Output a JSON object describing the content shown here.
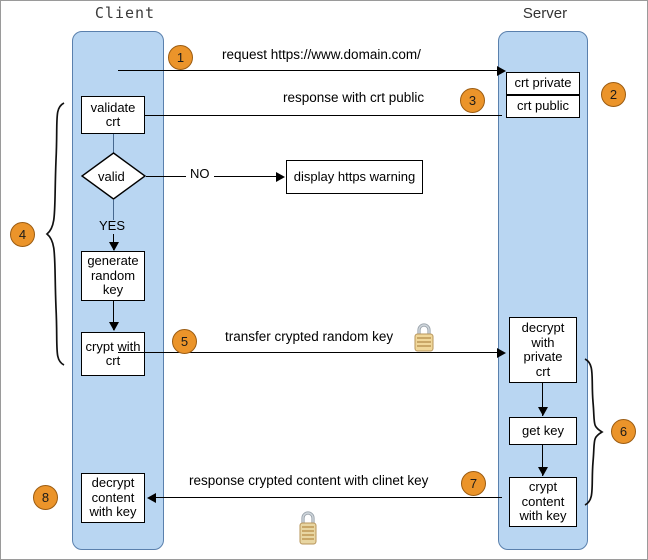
{
  "diagram": {
    "title_client": "Client",
    "title_server": "Server",
    "lanes": [
      {
        "name": "client",
        "label": "Client"
      },
      {
        "name": "server",
        "label": "Server"
      }
    ],
    "client_steps": [
      {
        "id": "validate-crt",
        "text": "validate\ncrt"
      },
      {
        "id": "valid-decision",
        "text": "valid"
      },
      {
        "id": "generate-random-key",
        "text": "generate\nrandom\nkey"
      },
      {
        "id": "crypt-with-crt",
        "text": "crypt with\ncrt"
      },
      {
        "id": "decrypt-content-with-key",
        "text": "decrypt\ncontent\nwith key"
      }
    ],
    "server_steps": [
      {
        "id": "crt-private",
        "text": "crt private"
      },
      {
        "id": "crt-public",
        "text": "crt public"
      },
      {
        "id": "decrypt-with-private-crt",
        "text": "decrypt\nwith\nprivate\ncrt"
      },
      {
        "id": "get-key",
        "text": "get key"
      },
      {
        "id": "crypt-content-with-key",
        "text": "crypt\ncontent\nwith key"
      }
    ],
    "external_steps": [
      {
        "id": "display-https-warning",
        "text": "display https warning"
      }
    ],
    "messages": [
      {
        "id": "msg-1",
        "text": "request https://www.domain.com/",
        "direction": "right"
      },
      {
        "id": "msg-3",
        "text": "response with crt public",
        "direction": "left"
      },
      {
        "id": "msg-5",
        "text": "transfer crypted random key",
        "direction": "right"
      },
      {
        "id": "msg-7",
        "text": "response crypted content with clinet key",
        "direction": "left"
      }
    ],
    "branch_labels": {
      "no": "NO",
      "yes": "YES"
    },
    "markers": [
      {
        "id": "marker-1",
        "number": "1"
      },
      {
        "id": "marker-2",
        "number": "2"
      },
      {
        "id": "marker-3",
        "number": "3"
      },
      {
        "id": "marker-4",
        "number": "4"
      },
      {
        "id": "marker-5",
        "number": "5"
      },
      {
        "id": "marker-6",
        "number": "6"
      },
      {
        "id": "marker-7",
        "number": "7"
      },
      {
        "id": "marker-8",
        "number": "8"
      }
    ],
    "icons": [
      {
        "id": "padlock-icon-transfer",
        "name": "padlock-icon"
      },
      {
        "id": "padlock-icon-response",
        "name": "padlock-icon"
      }
    ],
    "colors": {
      "lane_fill": "#b9d6f2",
      "lane_border": "#5a80ad",
      "marker_fill": "#eb942a",
      "marker_border": "#9c5c11",
      "box_fill": "#ffffff",
      "box_border": "#000000",
      "lock_body": "#e3cf92",
      "lock_shackle": "#b9c2c9"
    }
  }
}
